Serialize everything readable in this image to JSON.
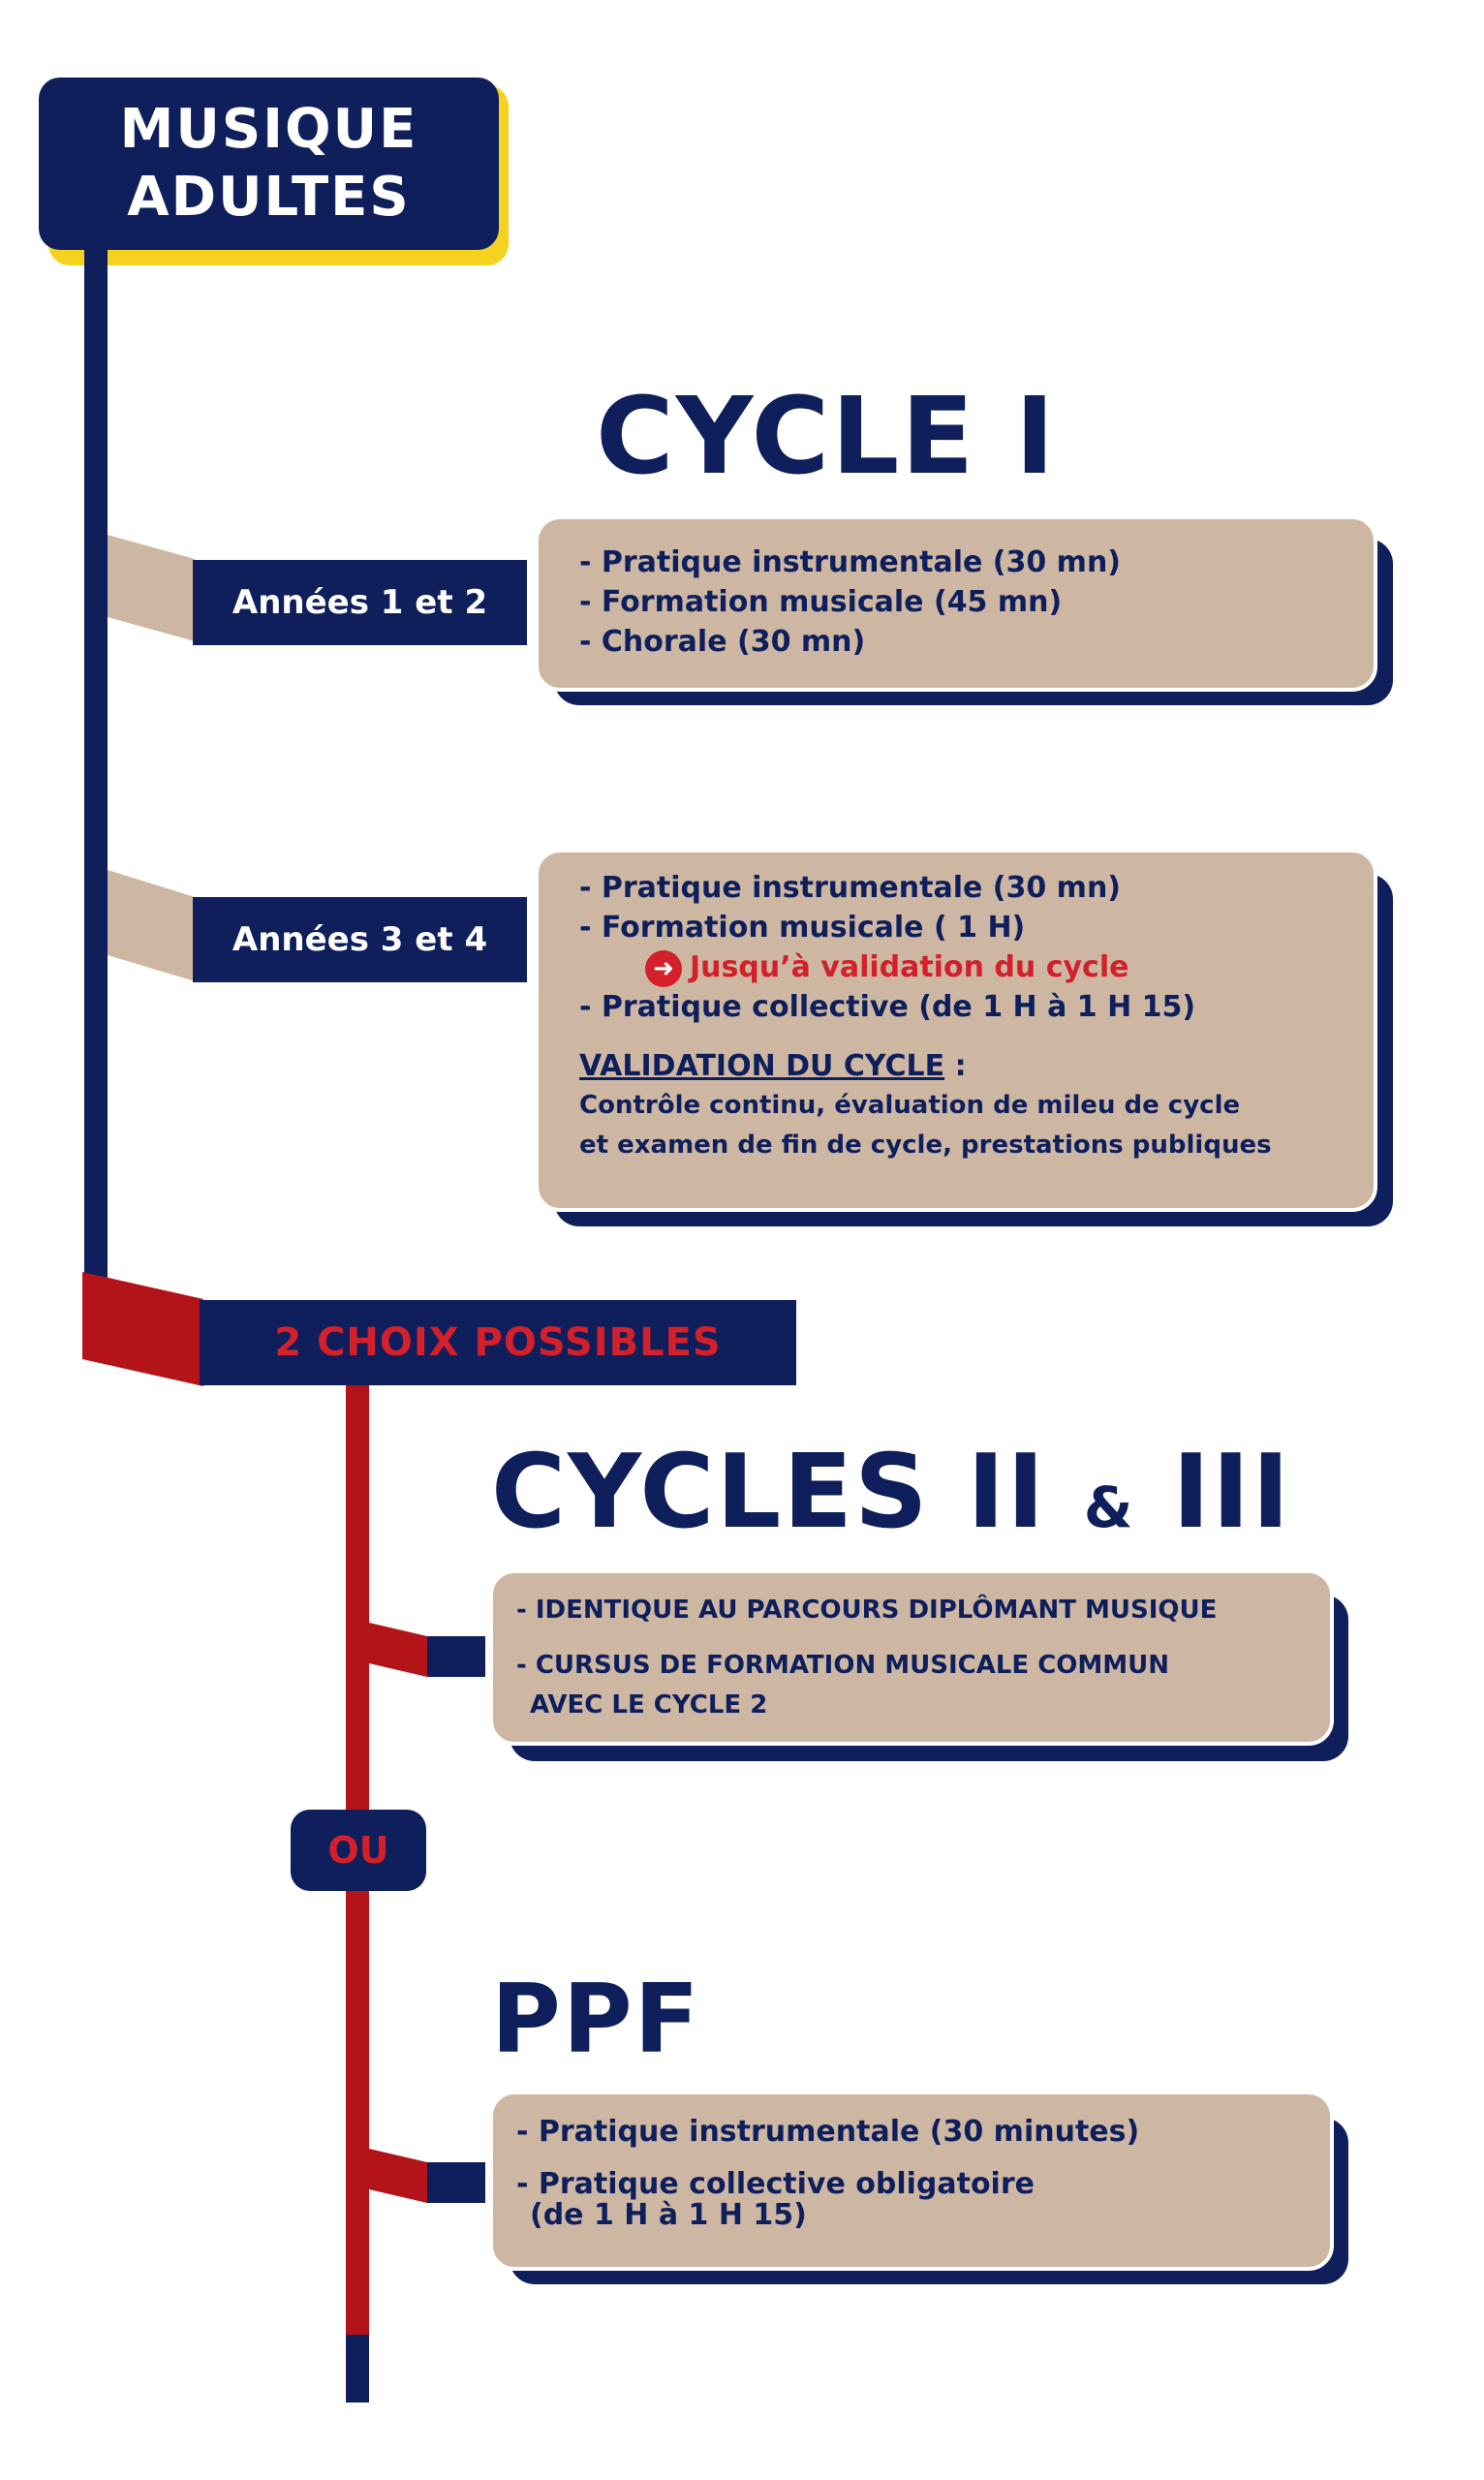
{
  "header": {
    "line1": "MUSIQUE",
    "line2": "ADULTES"
  },
  "cycle1": {
    "title": "CYCLE I",
    "years12": {
      "label": "Années 1 et 2",
      "items": [
        "- Pratique instrumentale (30 mn)",
        "- Formation musicale (45 mn)",
        "- Chorale (30 mn)"
      ]
    },
    "years34": {
      "label": "Années 3 et 4",
      "item1": "- Pratique instrumentale (30 mn)",
      "item2": "- Formation musicale ( 1 H)",
      "note": "Jusqu’à validation du cycle",
      "item3": "- Pratique collective (de 1 H à 1 H 15)",
      "validation_title": "VALIDATION DU CYCLE",
      "validation_colon": " :",
      "validation_line1": "Contrôle continu, évaluation de mileu de cycle",
      "validation_line2": "et examen de fin de cycle, prestations publiques"
    }
  },
  "choices": {
    "label": "2 CHOIX POSSIBLES",
    "or_label": "OU"
  },
  "cycles23": {
    "title_main": "CYCLES II",
    "title_amp": "&",
    "title_end": "III",
    "item1": "- IDENTIQUE AU PARCOURS DIPLÔMANT MUSIQUE",
    "item2_line1": "- CURSUS DE  FORMATION MUSICALE COMMUN",
    "item2_line2": "AVEC LE CYCLE 2"
  },
  "ppf": {
    "title": "PPF",
    "item1": "- Pratique instrumentale (30 minutes)",
    "item2_line1": "- Pratique collective obligatoire",
    "item2_line2": "(de 1 H à 1 H 15)"
  },
  "colors": {
    "navy": "#0f1f5c",
    "beige": "#cdb7a3",
    "red": "#b3141a",
    "accent_red": "#d3202a",
    "yellow": "#f4d21f"
  },
  "icons": {
    "note_arrow": "arrow-right-circle-icon"
  }
}
